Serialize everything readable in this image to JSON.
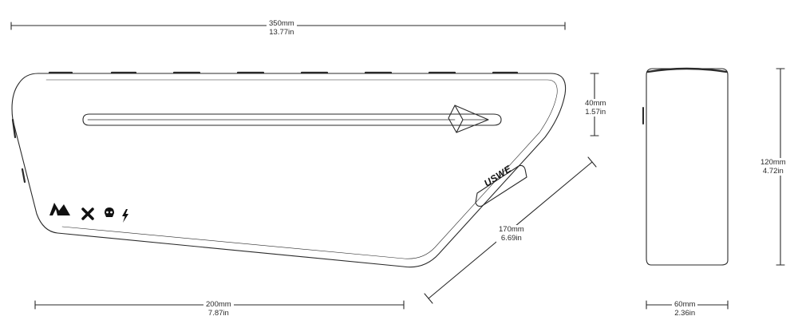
{
  "dimensions": {
    "length_top": {
      "mm": "350mm",
      "in": "13.77in"
    },
    "height_front": {
      "mm": "40mm",
      "in": "1.57in"
    },
    "diagonal": {
      "mm": "170mm",
      "in": "6.69in"
    },
    "bottom_length": {
      "mm": "200mm",
      "in": "7.87in"
    },
    "height_side": {
      "mm": "120mm",
      "in": "4.72in"
    },
    "width_side": {
      "mm": "60mm",
      "in": "2.36in"
    }
  },
  "brand_patch": {
    "text": "USWE"
  },
  "icons": [
    "mountain-logo-icon",
    "cross-icon",
    "skull-icon",
    "lightning-icon"
  ],
  "colors": {
    "line": "#2a2a2a",
    "background": "#ffffff"
  }
}
